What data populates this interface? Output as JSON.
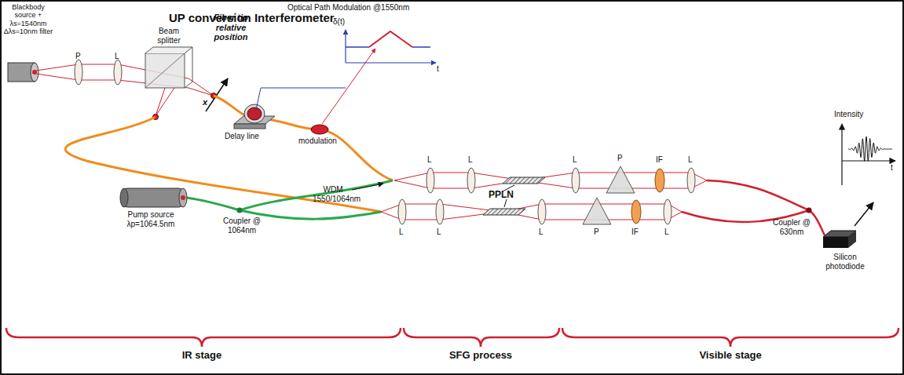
{
  "diagram": {
    "title": "UP conversion Interferometer",
    "labels": [
      "Blackbody source + λs=1540nm Δλs=10nm filter",
      "P",
      "L",
      "Beam splitter",
      "Fiber tip relative position",
      "x",
      "Optical Path Modulation @1550nm",
      "δ(t)",
      "t",
      "Delay line",
      "modulation",
      "Pump source λp=1064.5nm",
      "Coupler @ 1064nm",
      "WDM 1550/1064nm",
      "L",
      "L",
      "PPLN",
      "L",
      "P",
      "IF",
      "L",
      "L",
      "L",
      "L",
      "P",
      "IF",
      "L",
      "Intensity",
      "t",
      "Coupler @ 630nm",
      "Silicon photodiode",
      "IR stage",
      "SFG process",
      "Visible stage"
    ]
  }
}
